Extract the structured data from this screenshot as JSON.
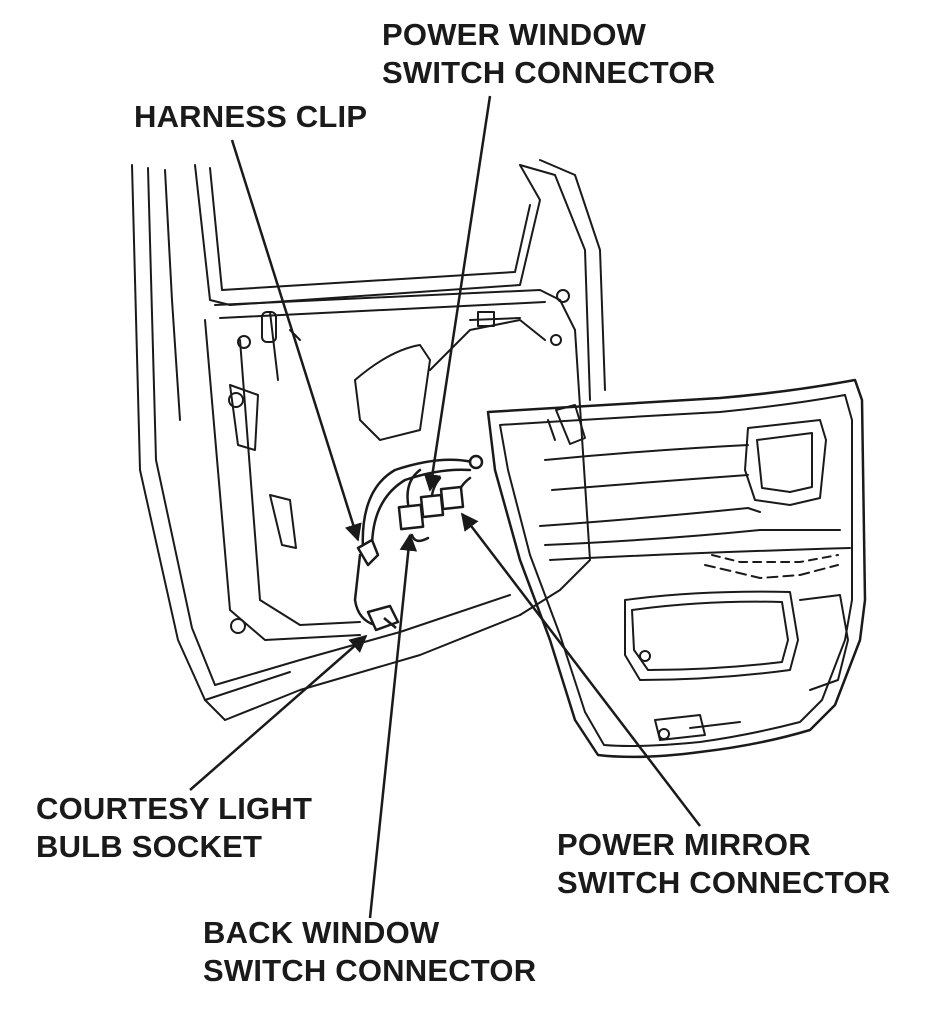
{
  "labels": {
    "power_window": {
      "line1": "POWER WINDOW",
      "line2": "SWITCH CONNECTOR"
    },
    "harness_clip": {
      "line1": "HARNESS CLIP"
    },
    "courtesy_light": {
      "line1": "COURTESY LIGHT",
      "line2": "BULB SOCKET"
    },
    "back_window": {
      "line1": "BACK WINDOW",
      "line2": "SWITCH CONNECTOR"
    },
    "power_mirror": {
      "line1": "POWER MIRROR",
      "line2": "SWITCH CONNECTOR"
    }
  },
  "colors": {
    "ink": "#1a1a1a",
    "background": "#ffffff"
  }
}
